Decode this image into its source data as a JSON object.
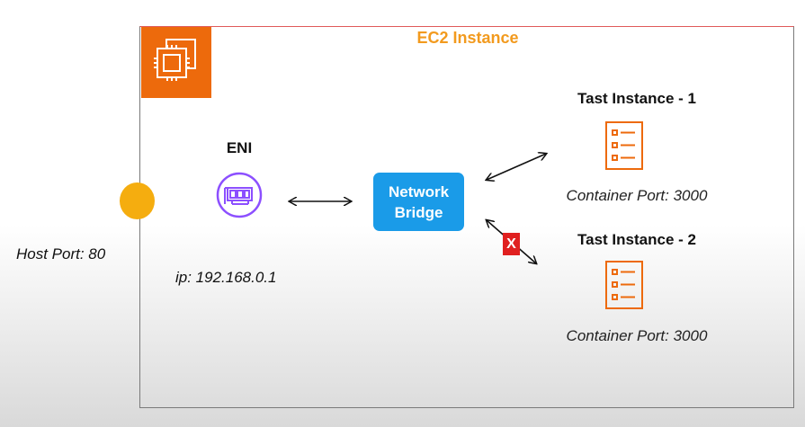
{
  "ec2": {
    "title": "EC2 Instance",
    "logo_icon": "ec2-chip-icon",
    "border_color": "#7a7a7a",
    "accent_color": "#ed6a0c",
    "title_color": "#f29a1e"
  },
  "host": {
    "port_label": "Host Port: 80",
    "dot_color": "#f5ad0f"
  },
  "eni": {
    "title": "ENI",
    "icon": "network-interface-icon",
    "ip_label": "ip: 192.168.0.1",
    "icon_color": "#8c4fff"
  },
  "bridge": {
    "line1": "Network",
    "line2": "Bridge",
    "color": "#1a9be8"
  },
  "tasks": [
    {
      "title": "Tast Instance - 1",
      "icon": "task-list-icon",
      "container_port": "Container Port: 3000"
    },
    {
      "title": "Tast Instance - 2",
      "icon": "task-list-icon",
      "container_port": "Container Port: 3000"
    }
  ],
  "blocked_marker": {
    "label": "X",
    "color": "#e02020"
  }
}
